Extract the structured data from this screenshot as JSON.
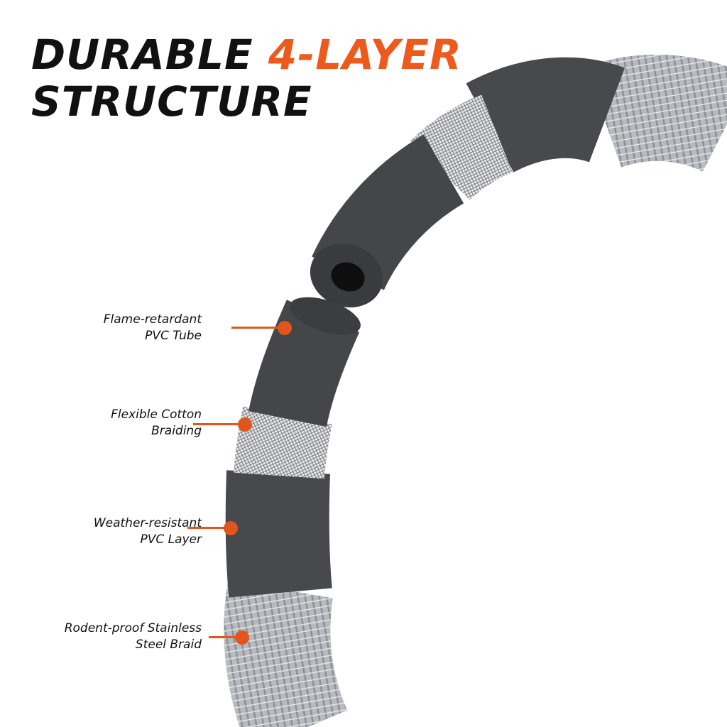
{
  "headline": {
    "line1_plain": "DURABLE ",
    "line1_accent": "4-LAYER",
    "line2": "STRUCTURE"
  },
  "callouts": [
    {
      "line1": "Flame-retardant",
      "line2": "PVC Tube"
    },
    {
      "line1": "Flexible Cotton",
      "line2": "Braiding"
    },
    {
      "line1": "Weather-resistant",
      "line2": "PVC Layer"
    },
    {
      "line1": "Rodent-proof Stainless",
      "line2": "Steel Braid"
    }
  ],
  "colors": {
    "accent": "#ee5a1c",
    "text": "#111111",
    "rubber": "#4a4b4e",
    "steel": "#b9bdc2",
    "background": "#ffffff"
  }
}
